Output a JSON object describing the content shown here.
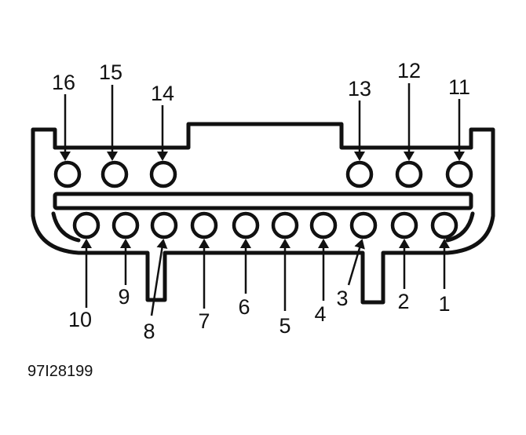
{
  "diagram": {
    "reference_code": "97I28199",
    "pins": [
      {
        "number": "16"
      },
      {
        "number": "15"
      },
      {
        "number": "14"
      },
      {
        "number": "13"
      },
      {
        "number": "12"
      },
      {
        "number": "11"
      },
      {
        "number": "10"
      },
      {
        "number": "9"
      },
      {
        "number": "8"
      },
      {
        "number": "7"
      },
      {
        "number": "6"
      },
      {
        "number": "5"
      },
      {
        "number": "4"
      },
      {
        "number": "3"
      },
      {
        "number": "2"
      },
      {
        "number": "1"
      }
    ]
  }
}
